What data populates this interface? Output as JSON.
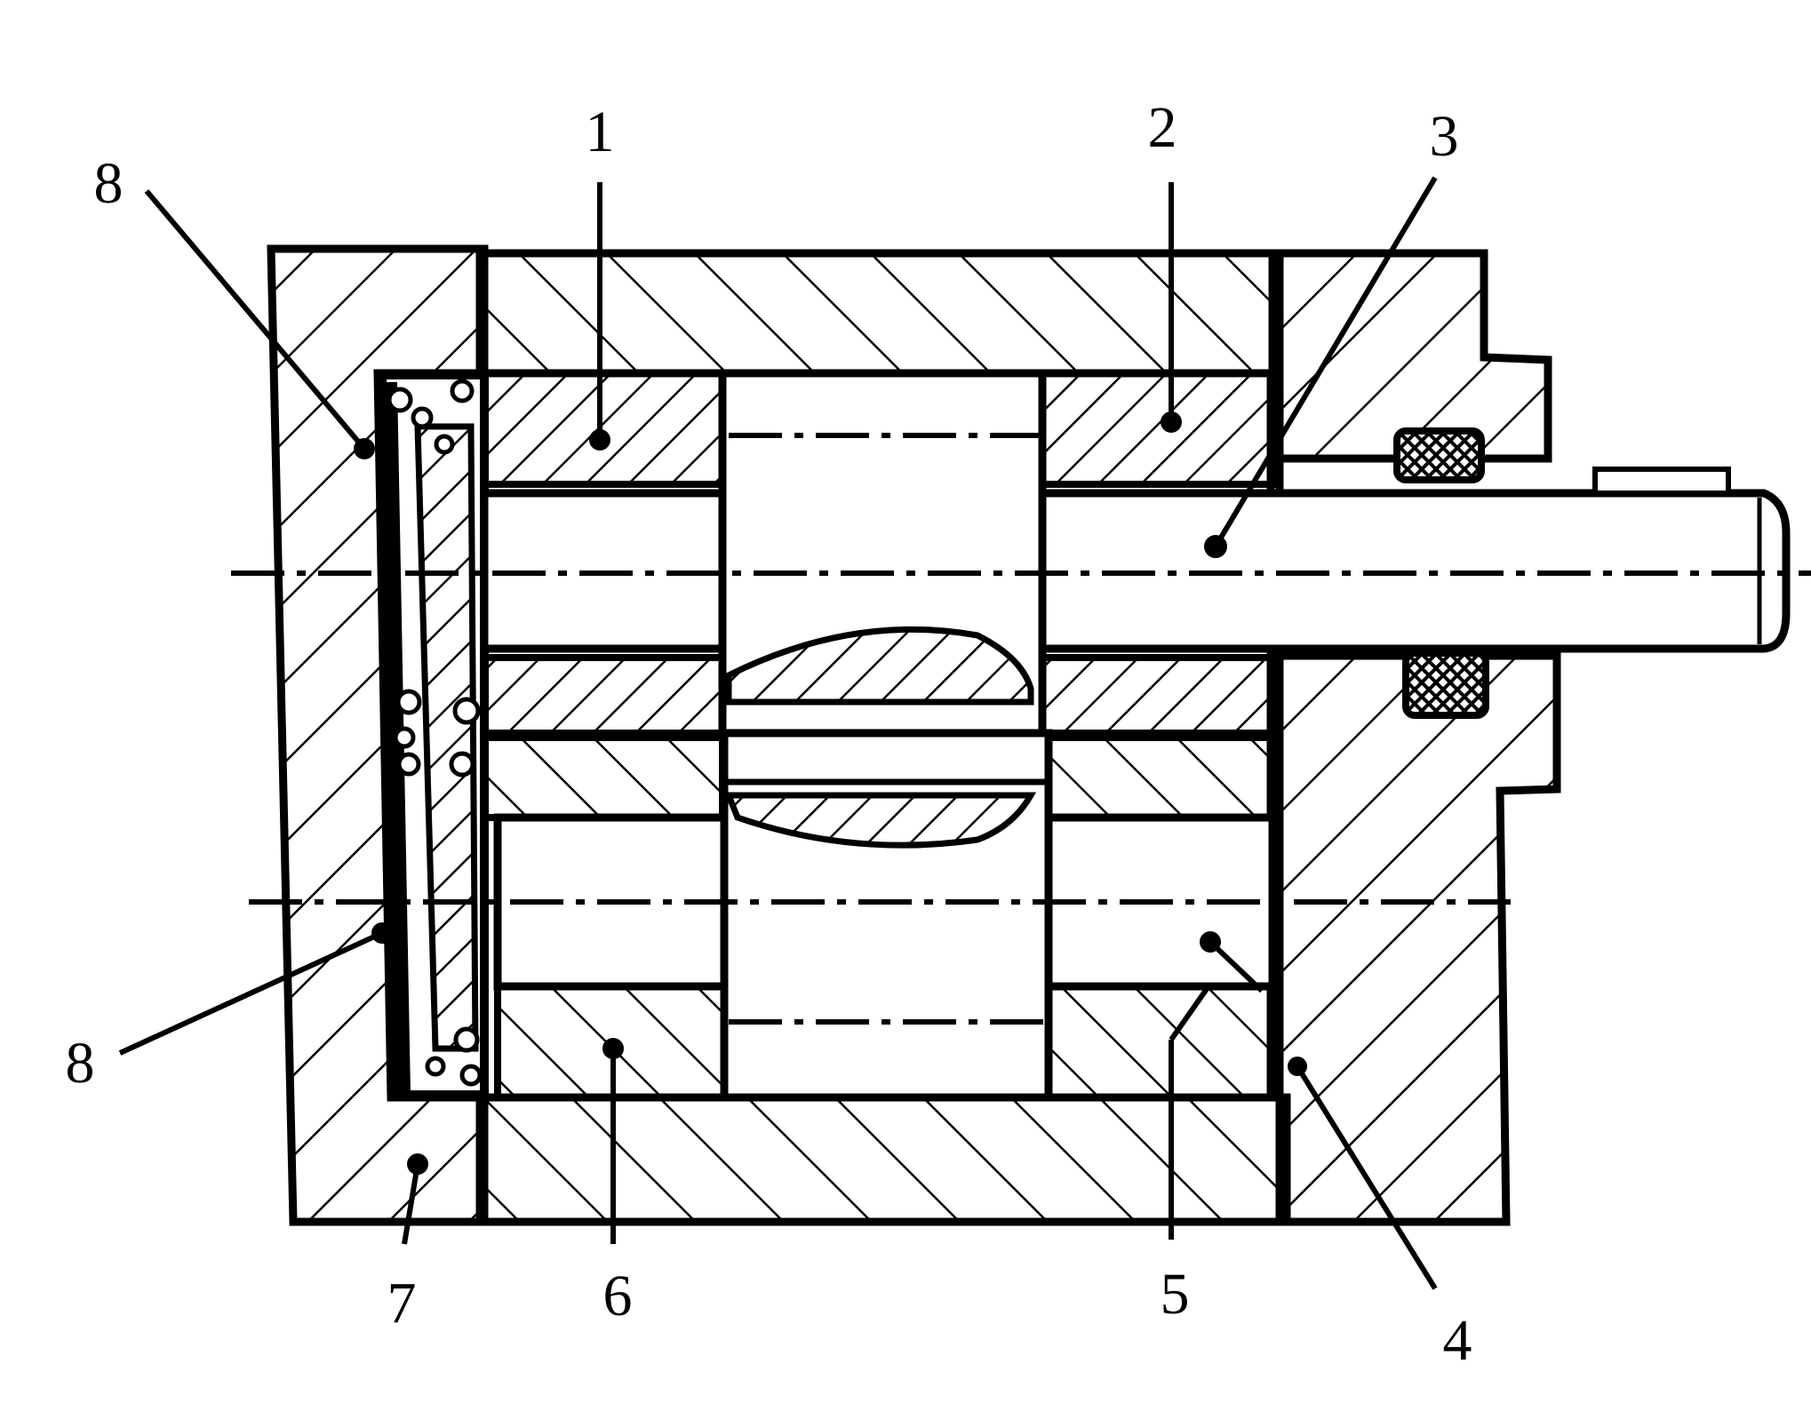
{
  "diagram": {
    "ink_color": "#000000",
    "background_color": "#ffffff",
    "labels": {
      "top_left_8": "8",
      "top_1": "1",
      "top_2": "2",
      "top_3": "3",
      "left_8": "8",
      "bottom_7": "7",
      "bottom_6": "6",
      "bottom_5": "5",
      "bottom_4": "4"
    }
  }
}
